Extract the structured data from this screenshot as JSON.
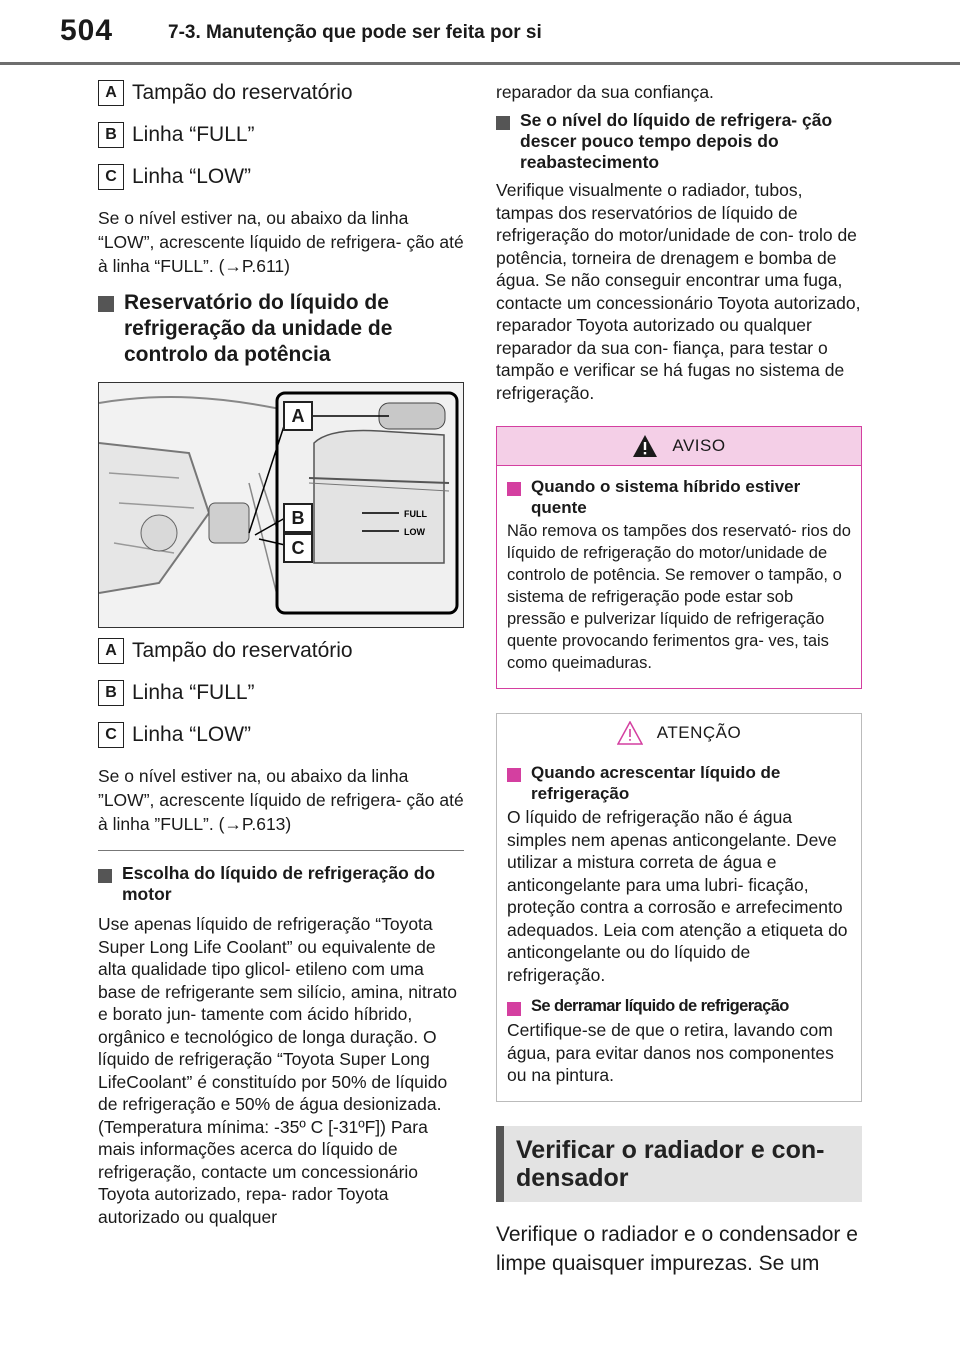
{
  "header": {
    "page_number": "504",
    "section_title": "7-3. Manutenção que pode ser feita por si"
  },
  "left": {
    "items1": [
      {
        "badge": "A",
        "label": "Tampão do reservatório"
      },
      {
        "badge": "B",
        "label": "Linha “FULL”"
      },
      {
        "badge": "C",
        "label": "Linha “LOW”"
      }
    ],
    "para1": "Se o nível estiver na, ou abaixo da linha “LOW”, acrescente líquido de refrigera- ção até à linha “FULL”. (→P.611)",
    "subhead_pcu": "Reservatório do líquido de refrigeração da unidade de controlo da potência",
    "figure_labels": {
      "a": "A",
      "b": "B",
      "c": "C",
      "full": "FULL",
      "low": "LOW"
    },
    "items2": [
      {
        "badge": "A",
        "label": "Tampão do reservatório"
      },
      {
        "badge": "B",
        "label": "Linha “FULL”"
      },
      {
        "badge": "C",
        "label": "Linha “LOW”"
      }
    ],
    "para2": "Se o nível estiver na, ou abaixo da linha ”LOW”, acrescente líquido de refrigera- ção até à linha ”FULL”. (→P.613)",
    "subhead_choice": "Escolha do líquido de refrigeração do motor",
    "para3": "Use apenas líquido de refrigeração “Toyota Super Long Life Coolant” ou equivalente de alta qualidade tipo glicol- etileno com uma base de refrigerante sem silício, amina, nitrato e borato jun- tamente com ácido híbrido, orgânico e tecnológico de longa duração. O líquido de refrigeração “Toyota Super Long LifeCoolant” é constituído por 50% de líquido de refrigeração e 50% de água desionizada. (Temperatura mínima: -35º C [-31ºF]) Para mais informações acerca do líquido de refrigeração, contacte um concessionário Toyota autorizado, repa- rador Toyota autorizado ou qualquer"
  },
  "right": {
    "para_cont": "reparador da sua confiança.",
    "subhead_drop": "Se o nível do líquido de refrigera- ção descer pouco tempo depois do reabastecimento",
    "para_drop": "Verifique visualmente o radiador, tubos, tampas dos reservatórios de líquido de refrigeração do motor/unidade de con- trolo de potência, torneira de drenagem e bomba de água. Se não conseguir encontrar uma fuga, contacte um concessionário Toyota autorizado, reparador Toyota autorizado ou qualquer reparador da sua con- fiança, para testar o tampão e verificar se há fugas no sistema de refrigeração.",
    "warning": {
      "title": "AVISO",
      "subhead": "Quando o sistema híbrido estiver quente",
      "text": "Não remova os tampões dos reservató- rios do líquido de refrigeração do motor/unidade de controlo de potência. Se remover o tampão, o sistema de refrigeração pode estar sob pressão e pulverizar líquido de refrigeração quente provocando ferimentos gra- ves, tais como queimaduras."
    },
    "caution": {
      "title": "ATENÇÃO",
      "subhead1": "Quando acrescentar líquido de refrigeração",
      "text1": "O líquido de refrigeração não é água simples nem apenas anticongelante. Deve utilizar a mistura correta de água e anticongelante para uma lubri- ficação, proteção contra a corrosão e arrefecimento adequados. Leia com atenção a etiqueta do anticongelante ou do líquido de refrigeração.",
      "subhead2": "Se derramar líquido de refrigeração",
      "text2": "Certifique-se de que o retira, lavando com água, para evitar danos nos componentes ou na pintura."
    },
    "section_heading": "Verificar o radiador e con- densador",
    "para_radiator": "Verifique o radiador e o condensador e limpe quaisquer impurezas. Se um"
  },
  "colors": {
    "warning_accent": "#d43fa0",
    "warning_bg": "#f4cfe7",
    "section_bg": "#e3e3e3"
  }
}
